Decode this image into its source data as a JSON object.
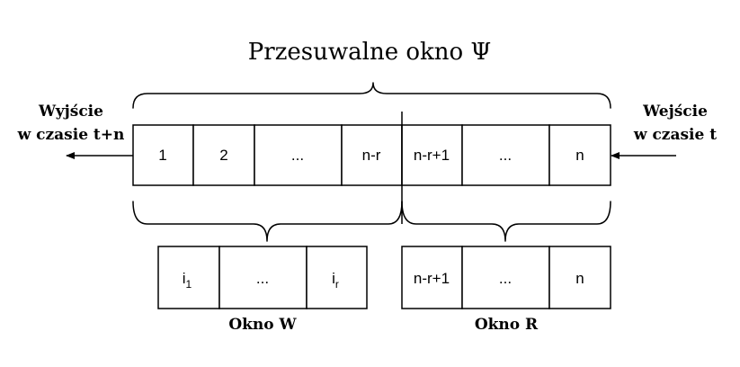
{
  "title": "Przesuwalne okno Ψ",
  "left_label": {
    "line1": "Wyjście",
    "line2": "w czasie t+n"
  },
  "right_label": {
    "line1": "Wejście",
    "line2": "w czasie t"
  },
  "main_row": [
    "1",
    "2",
    "...",
    "n-r",
    "n-r+1",
    "...",
    "n"
  ],
  "window_w": {
    "label": "Okno W",
    "cells": [
      {
        "base": "i",
        "sub": "1"
      },
      {
        "base": "...",
        "sub": ""
      },
      {
        "base": "i",
        "sub": "r"
      }
    ]
  },
  "window_r": {
    "label": "Okno R",
    "cells": [
      "n-r+1",
      "...",
      "n"
    ]
  }
}
